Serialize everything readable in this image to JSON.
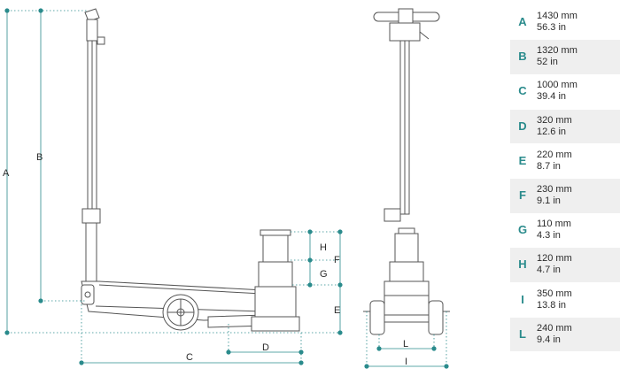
{
  "colors": {
    "dimension": "#2a8b8c",
    "outline": "#555555",
    "table_key": "#2a8b8c",
    "row_shade": "#efefef"
  },
  "dimensions": [
    {
      "key": "A",
      "mm": "1430 mm",
      "in": "56.3 in"
    },
    {
      "key": "B",
      "mm": "1320 mm",
      "in": "52 in"
    },
    {
      "key": "C",
      "mm": "1000 mm",
      "in": "39.4 in"
    },
    {
      "key": "D",
      "mm": "320 mm",
      "in": "12.6 in"
    },
    {
      "key": "E",
      "mm": "220 mm",
      "in": "8.7 in"
    },
    {
      "key": "F",
      "mm": "230 mm",
      "in": "9.1 in"
    },
    {
      "key": "G",
      "mm": "110 mm",
      "in": "4.3 in"
    },
    {
      "key": "H",
      "mm": "120 mm",
      "in": "4.7 in"
    },
    {
      "key": "I",
      "mm": "350 mm",
      "in": "13.8 in"
    },
    {
      "key": "L",
      "mm": "240 mm",
      "in": "9.4 in"
    }
  ]
}
